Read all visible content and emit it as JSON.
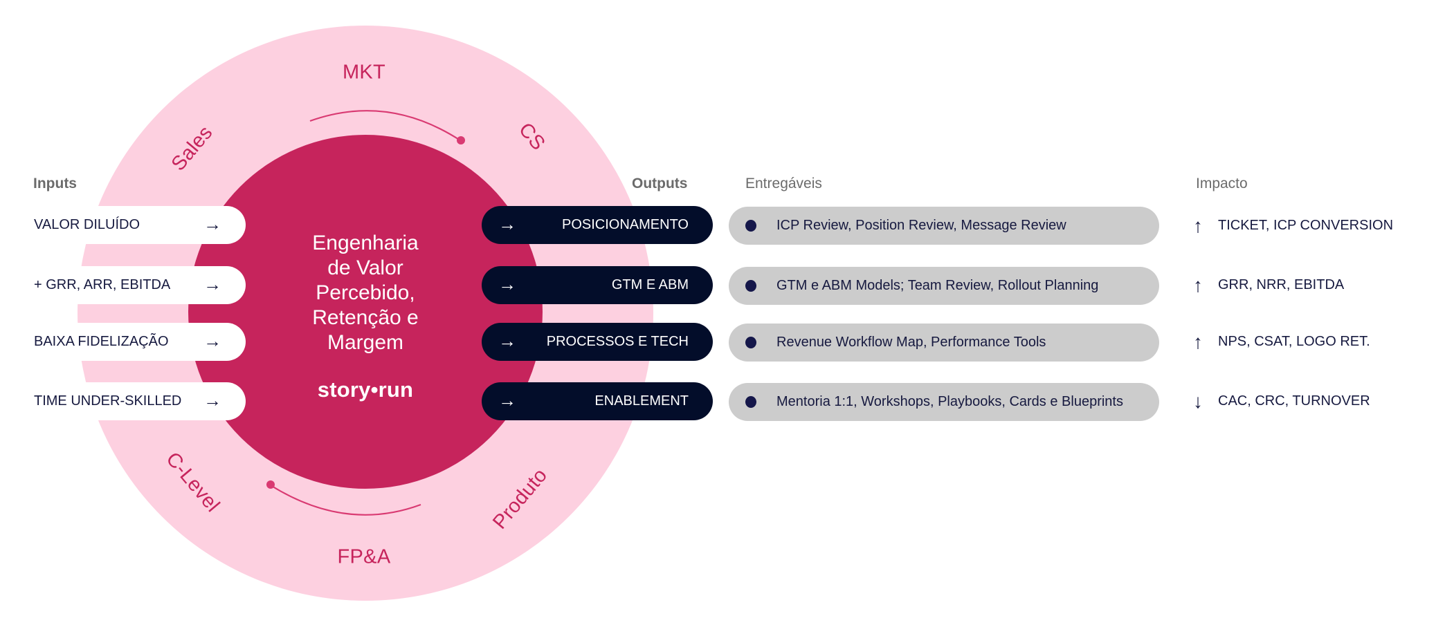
{
  "colors": {
    "outer_ring": "#fdd0e0",
    "core": "#c6245c",
    "output_pill": "#030d2a",
    "deliverable_pill": "#cccccc",
    "text_navy": "#16193f",
    "header_gray": "#6b6b6b"
  },
  "ring_labels": {
    "top": "MKT",
    "top_left": "Sales",
    "top_right": "CS",
    "bottom": "FP&A",
    "bottom_left": "C-Level",
    "bottom_right": "Produto"
  },
  "core": {
    "title_lines": [
      "Engenharia",
      "de Valor",
      "Percebido,",
      "Retenção e",
      "Margem"
    ],
    "logo": "story•run"
  },
  "headers": {
    "inputs": "Inputs",
    "outputs": "Outputs",
    "deliverables": "Entregáveis",
    "impact": "Impacto"
  },
  "arrow_right": "→",
  "rows": [
    {
      "input": "VALOR DILUÍDO",
      "output": "POSICIONAMENTO",
      "deliverable": "ICP Review, Position Review, Message Review",
      "impact_direction": "up",
      "impact_arrow": "↑",
      "impact": "TICKET, ICP CONVERSION"
    },
    {
      "input": "+ GRR, ARR, EBITDA",
      "output": "GTM E ABM",
      "deliverable": "GTM e ABM Models; Team Review, Rollout Planning",
      "impact_direction": "up",
      "impact_arrow": "↑",
      "impact": "GRR, NRR, EBITDA"
    },
    {
      "input": "BAIXA FIDELIZAÇÃO",
      "output": "PROCESSOS E TECH",
      "deliverable": "Revenue Workflow Map, Performance Tools",
      "impact_direction": "up",
      "impact_arrow": "↑",
      "impact": "NPS, CSAT, LOGO RET."
    },
    {
      "input": "TIME UNDER-SKILLED",
      "output": "ENABLEMENT",
      "deliverable": "Mentoria 1:1, Workshops, Playbooks, Cards e Blueprints",
      "impact_direction": "down",
      "impact_arrow": "↓",
      "impact": "CAC, CRC, TURNOVER"
    }
  ]
}
